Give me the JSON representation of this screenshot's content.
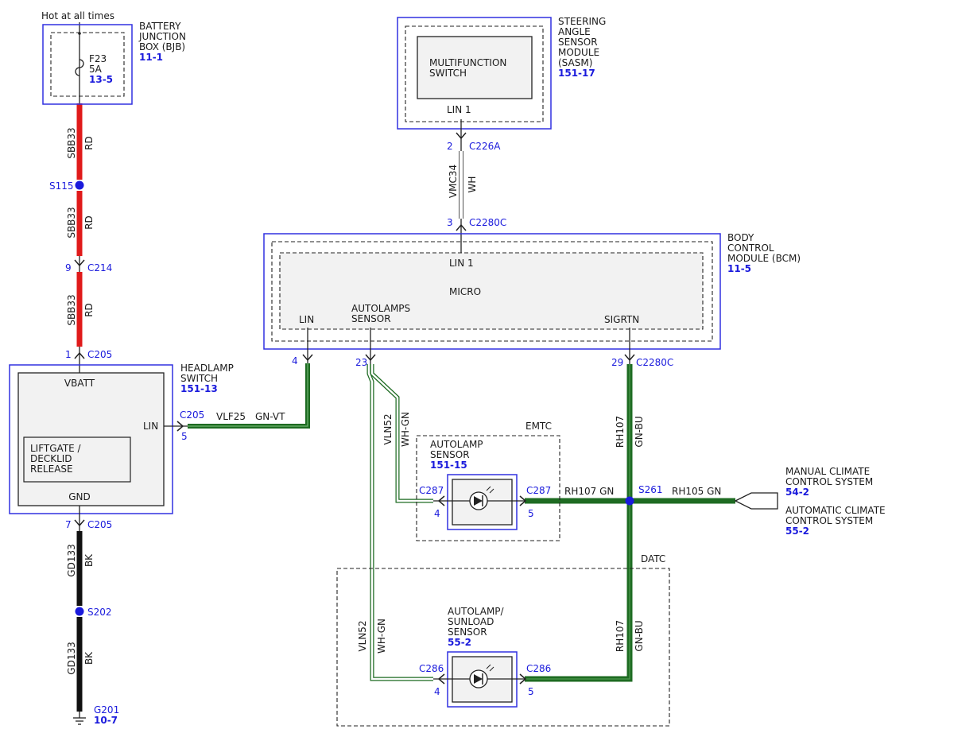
{
  "colors": {
    "module_border": "#3030e0",
    "ref_text": "#1a1adc",
    "wire_red": "#e01a1a",
    "wire_black": "#111111",
    "wire_green": "#1e6b22",
    "wire_white_green": "#ffffff",
    "splice": "#1a1adc"
  },
  "power": {
    "hot_label": "Hot at all times",
    "bjb_title": [
      "BATTERY",
      "JUNCTION",
      "BOX (BJB)"
    ],
    "bjb_ref": "11-1",
    "fuse_name": "F23",
    "fuse_rating": "5A",
    "fuse_ref": "13-5"
  },
  "sasm": {
    "title": [
      "STEERING",
      "ANGLE",
      "SENSOR",
      "MODULE",
      "(SASM)"
    ],
    "ref": "151-17",
    "inner_label": [
      "MULTIFUNCTION",
      "SWITCH"
    ],
    "pin_label": "LIN 1"
  },
  "bcm": {
    "title": [
      "BODY",
      "CONTROL",
      "MODULE (BCM)"
    ],
    "ref": "11-5",
    "lin1_label": "LIN 1",
    "micro_label": "MICRO",
    "lin_label": "LIN",
    "autolamps_label": [
      "AUTOLAMPS",
      "SENSOR"
    ],
    "sigrtn_label": "SIGRTN"
  },
  "headlamp": {
    "title": [
      "HEADLAMP",
      "SWITCH"
    ],
    "ref": "151-13",
    "vbatt_label": "VBATT",
    "lin_label": "LIN",
    "gnd_label": "GND",
    "liftgate_label": [
      "LIFTGATE /",
      "DECKLID",
      "RELEASE"
    ]
  },
  "emtc": {
    "label": "EMTC",
    "sensor_title": [
      "AUTOLAMP",
      "SENSOR"
    ],
    "sensor_ref": "151-15"
  },
  "datc": {
    "label": "DATC",
    "sensor_title": [
      "AUTOLAMP/",
      "SUNLOAD",
      "SENSOR"
    ],
    "sensor_ref": "55-2"
  },
  "climate": {
    "manual_label": [
      "MANUAL CLIMATE",
      "CONTROL SYSTEM"
    ],
    "manual_ref": "54-2",
    "auto_label": [
      "AUTOMATIC CLIMATE",
      "CONTROL SYSTEM"
    ],
    "auto_ref": "55-2"
  },
  "wires": {
    "sbb33": "SBB33",
    "rd": "RD",
    "gd133": "GD133",
    "bk": "BK",
    "vmc34": "VMC34",
    "wh": "WH",
    "vlf25": "VLF25",
    "gn_vt": "GN-VT",
    "vln52": "VLN52",
    "wh_gn": "WH-GN",
    "rh107": "RH107",
    "gn_bu": "GN-BU",
    "rh107_gn": "RH107 GN",
    "rh105_gn": "RH105 GN"
  },
  "connectors": {
    "c226a": "C226A",
    "c226a_pin": "2",
    "c2280c_top": "C2280C",
    "c2280c_top_pin": "3",
    "c214": "C214",
    "c214_pin": "9",
    "c205_top": "C205",
    "c205_top_pin": "1",
    "c205_lin": "C205",
    "c205_lin_pin": "5",
    "c205_gnd": "C205",
    "c205_gnd_pin": "7",
    "bcm_lin_pin": "4",
    "bcm_auto_pin": "23",
    "bcm_sig_pin": "29",
    "c2280c_bot": "C2280C",
    "c287_left": "C287",
    "c287_left_pin": "4",
    "c287_right": "C287",
    "c287_right_pin": "5",
    "c286_left": "C286",
    "c286_left_pin": "4",
    "c286_right": "C286",
    "c286_right_pin": "5"
  },
  "splices": {
    "s115": "S115",
    "s202": "S202",
    "s261": "S261"
  },
  "ground": {
    "name": "G201",
    "ref": "10-7"
  }
}
